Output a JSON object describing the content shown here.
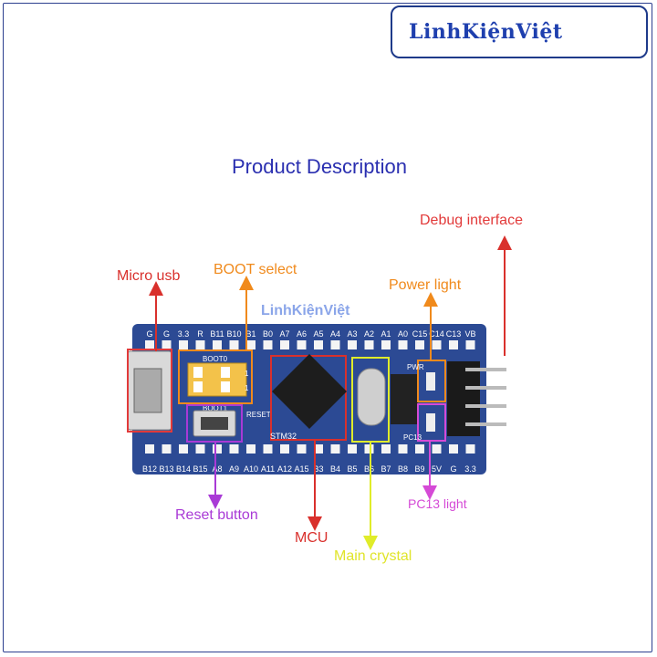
{
  "brand": {
    "name": "LinhKiệnViệt",
    "watermark": "LinhKiệnViệt"
  },
  "title": "Product Description",
  "labels": {
    "debug": "Debug interface",
    "micro_usb": "Micro usb",
    "boot_select": "BOOT select",
    "power_light": "Power light",
    "reset_button": "Reset button",
    "mcu": "MCU",
    "main_crystal": "Main crystal",
    "pc13_light": "PC13 light"
  },
  "pins_top": [
    "G",
    "G",
    "3.3",
    "R",
    "B11",
    "B10",
    "B1",
    "B0",
    "A7",
    "A6",
    "A5",
    "A4",
    "A3",
    "A2",
    "A1",
    "A0",
    "C15",
    "C14",
    "C13",
    "VB"
  ],
  "pins_bottom": [
    "B12",
    "B13",
    "B14",
    "B15",
    "A8",
    "A9",
    "A10",
    "A11",
    "A12",
    "A15",
    "B3",
    "B4",
    "B5",
    "B6",
    "B7",
    "B8",
    "B9",
    "5V",
    "G",
    "3.3"
  ],
  "board_marks": {
    "boot": "BOOT0",
    "boot1": "BOOT1",
    "reset": "RESET",
    "chip": "STM32",
    "pwr": "PWR",
    "pc13": "PC13"
  },
  "colors": {
    "pcb": "#2c4a94",
    "debug": "#e23a3a",
    "micro_usb": "#d9302c",
    "boot_select": "#f08a1c",
    "power_light": "#f08a1c",
    "reset_button": "#a93ad6",
    "mcu": "#d9302c",
    "main_crystal": "#e0ec2a",
    "pc13_light": "#d54ad6"
  }
}
